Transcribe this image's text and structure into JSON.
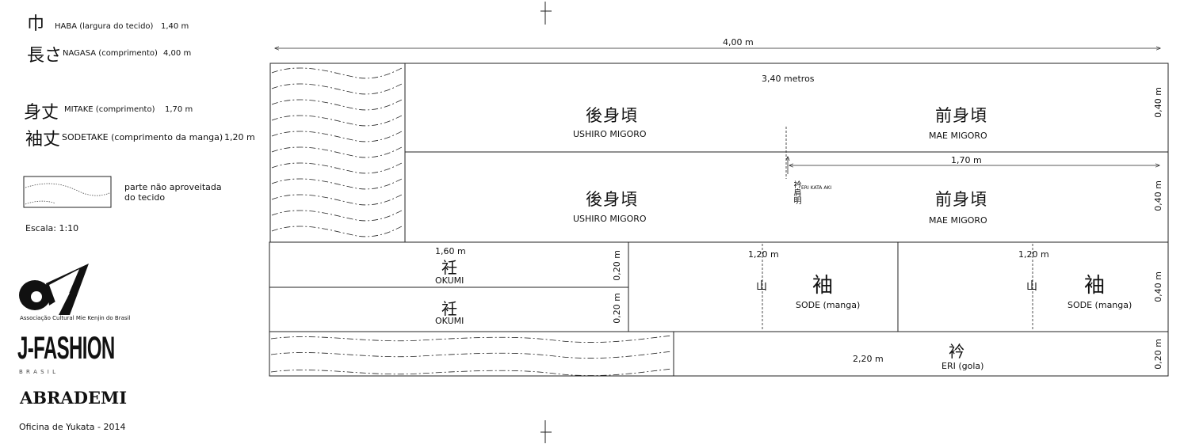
{
  "legend": {
    "haba": {
      "kanji": "巾",
      "label": "HABA (largura do tecido)",
      "value": "1,40 m"
    },
    "nagasa": {
      "kanji": "長さ",
      "label": "NAGASA (comprimento)",
      "value": "4,00 m"
    },
    "mitake": {
      "kanji": "身丈",
      "label": "MITAKE (comprimento)",
      "value": "1,70 m"
    },
    "sodetake": {
      "kanji": "袖丈",
      "label": "SODETAKE (comprimento da manga)",
      "value": "1,20 m"
    },
    "waste_line1": "parte não aproveitada",
    "waste_line2": "do tecido",
    "scale": "Escala: 1:10"
  },
  "branding": {
    "association": "Associação Cultural Mie Kenjin do Brasil",
    "jfashion": "J-FASHION",
    "brasil": "B R A S I L",
    "abrademi": "ABRADEMI",
    "workshop": "Oficina de Yukata - 2014"
  },
  "pattern": {
    "total_length": "4,00 m",
    "body_length": "3,40 metros",
    "mitake": "1,70 m",
    "eri_kata_aki": {
      "kanji": "衿肩明",
      "label": "ERI KATA AKI"
    },
    "ushiro_kanji": "後身頃",
    "ushiro_label": "USHIRO MIGORO",
    "mae_kanji": "前身頃",
    "mae_label": "MAE MIGORO",
    "okumi_kanji": "衽",
    "okumi_label": "OKUMI",
    "okumi_length": "1,60 m",
    "sode_kanji": "袖",
    "sode_label": "SODE (manga)",
    "sode_length": "1,20 m",
    "yama_kanji": "山",
    "eri_kanji": "衿",
    "eri_label": "ERI (gola)",
    "eri_length": "2,20 m",
    "h040": "0,40 m",
    "h020": "0,20 m"
  }
}
